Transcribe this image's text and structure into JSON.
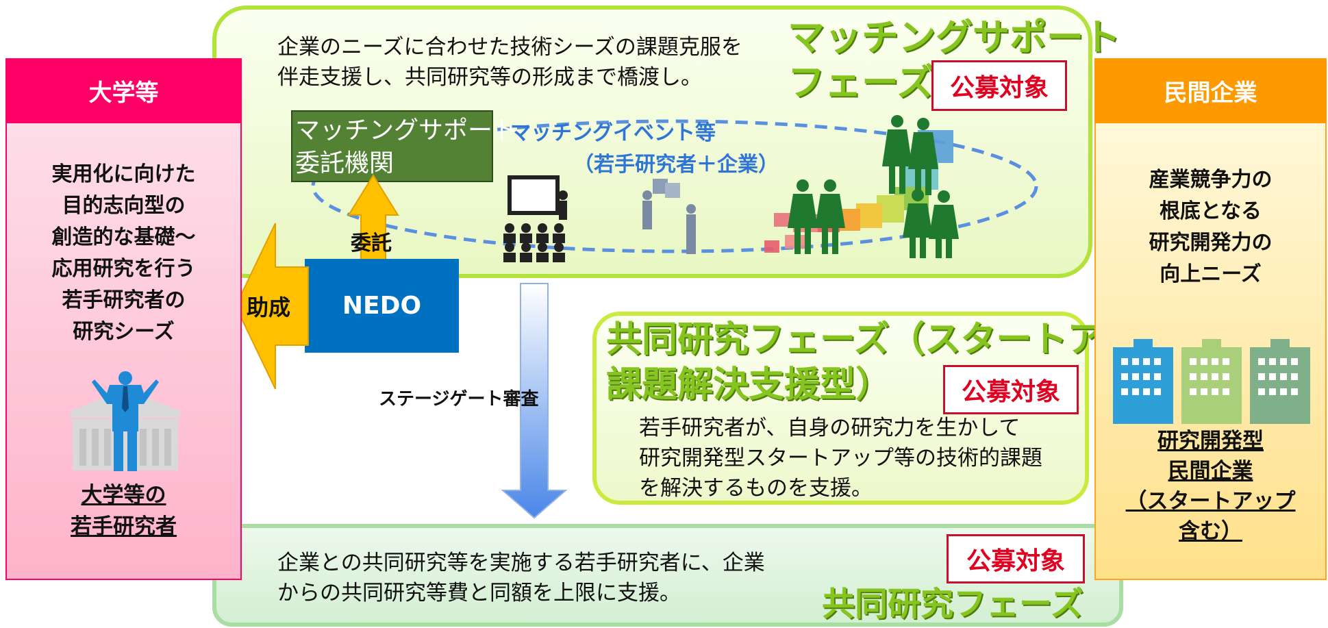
{
  "university": {
    "header": "大学等",
    "description": [
      "実用化に向けた",
      "目的志向型の",
      "創造的な基礎～",
      "応用研究を行う",
      "若手研究者の",
      "研究シーズ"
    ],
    "footer": [
      "大学等の",
      "若手研究者"
    ]
  },
  "company": {
    "header": "民間企業",
    "description": [
      "産業競争力の",
      "根底となる",
      "研究開発力の",
      "向上ニーズ"
    ],
    "footer": [
      "研究開発型",
      "民間企業",
      "（スタートアップ",
      "含む）"
    ]
  },
  "matching": {
    "text": [
      "企業のニーズに合わせた技術シーズの課題克服を",
      "伴走支援し、共同研究等の形成まで橋渡し。"
    ],
    "title": [
      "マッチングサポート",
      "フェーズ"
    ],
    "badge": "公募対象",
    "agency": [
      "マッチングサポート",
      "委託機関"
    ],
    "event": [
      "マッチングイベント等",
      "（若手研究者＋企業）"
    ]
  },
  "nedo": {
    "label": "NEDO",
    "commission": "委託",
    "grant": "助成",
    "stage_gate": "ステージゲート審査"
  },
  "startup": {
    "title": [
      "共同研究フェーズ（スタートアップ",
      "課題解決支援型）"
    ],
    "badge": "公募対象",
    "text": [
      "若手研究者が、自身の研究力を生かして",
      "研究開発型スタートアップ等の技術的課題",
      "を解決するものを支援。"
    ]
  },
  "joint": {
    "text": [
      "企業との共同研究等を実施する若手研究者に、企業",
      "からの共同研究等費と同額を上限に支援。"
    ],
    "title": "共同研究フェーズ",
    "badge": "公募対象"
  },
  "colors": {
    "university": "#ff0066",
    "company": "#ff9900",
    "nedo": "#0070c0",
    "agency": "#548235",
    "accent_green": "#92d050",
    "badge_red": "#e00020"
  }
}
